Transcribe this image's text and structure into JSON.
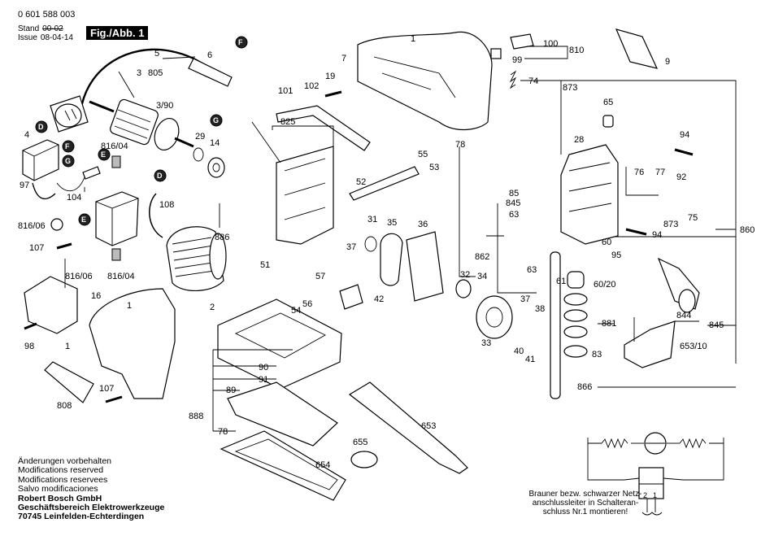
{
  "header": {
    "doc_number": "0 601 588 003",
    "stand_label": "Stand",
    "issue_label": "Issue",
    "old_date": "00-02",
    "new_date": "08-04-14",
    "figure_title": "Fig./Abb. 1"
  },
  "notes": {
    "lines": [
      "Änderungen vorbehalten",
      "Modifications reserved",
      "Modifications reservees",
      "Salvo modificaciones"
    ],
    "company": [
      "Robert Bosch GmbH",
      "Geschäftsbereich Elektrowerkzeuge",
      "70745 Leinfelden-Echterdingen"
    ]
  },
  "bottom_note": [
    "Brauner bezw. schwarzer Netz-",
    "anschlussleiter in Schalteran-",
    "schluss Nr.1 montieren!"
  ],
  "schematic": {
    "terminal_labels": [
      "2",
      "1"
    ]
  },
  "callouts": {
    "c1": "1",
    "c1b": "1",
    "c1c": "1",
    "c2": "2",
    "c3": "3",
    "c390": "3/90",
    "c4": "4",
    "c5": "5",
    "c805": "805",
    "c6": "6",
    "c7": "7",
    "c9": "9",
    "c14": "14",
    "c16": "16",
    "c19": "19",
    "c28": "28",
    "c29": "29",
    "c31": "31",
    "c32": "32",
    "c33": "33",
    "c34": "34",
    "c35": "35",
    "c36": "36",
    "c37": "37",
    "c37b": "37",
    "c38": "38",
    "c40": "40",
    "c41": "41",
    "c42": "42",
    "c51": "51",
    "c52": "52",
    "c53": "53",
    "c54": "54",
    "c55": "55",
    "c56": "56",
    "c57": "57",
    "c60": "60",
    "c6020": "60/20",
    "c61": "61",
    "c63": "63",
    "c63b": "63",
    "c65": "65",
    "c74": "74",
    "c75": "75",
    "c76": "76",
    "c77": "77",
    "c78": "78",
    "c788": "78",
    "c83": "83",
    "c85": "85",
    "c89": "89",
    "c90": "90",
    "c91": "91",
    "c92": "92",
    "c94": "94",
    "c94b": "94",
    "c95": "95",
    "c97": "97",
    "c98": "98",
    "c99": "99",
    "c100": "100",
    "c101": "101",
    "c102": "102",
    "c104": "104",
    "c107": "107",
    "c107b": "107",
    "c108": "108",
    "c653": "653",
    "c65310": "653/10",
    "c654": "654",
    "c655": "655",
    "c808": "808",
    "c810": "810",
    "c81604": "816/04",
    "c81604b": "816/04",
    "c81606": "816/06",
    "c81606b": "816/06",
    "c825": "825",
    "c844": "844",
    "c845": "845",
    "c845b": "845",
    "c860": "860",
    "c862": "862",
    "c866": "866",
    "c873": "873",
    "c873b": "873",
    "c881": "881",
    "c886": "886",
    "c888": "888"
  },
  "letter_markers": {
    "d1": "D",
    "d2": "D",
    "e1": "E",
    "e2": "E",
    "f1": "F",
    "f2": "F",
    "g1": "G",
    "g2": "G"
  }
}
